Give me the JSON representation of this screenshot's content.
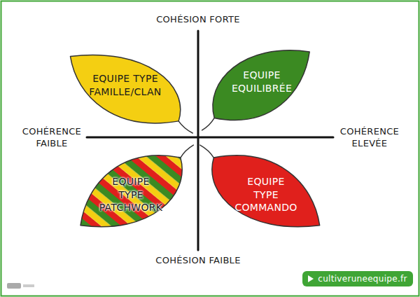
{
  "diagram": {
    "nodes": [
      {
        "text": [
          "EQUIPE TYPE FAMILLE/CLAN"
        ]
      },
      {
        "text": [
          "EQUIPE EQUILIBRÉE"
        ]
      },
      {
        "text": [
          "EQUIPE TYPE PATCHWORK"
        ]
      },
      {
        "text": [
          "EQUIPE TYPE COMMANDO"
        ]
      },
      {
        "text": [
          "cultiveruneequipe.fr"
        ]
      }
    ],
    "labels": [
      "COHÉSION FORTE",
      "COHÉRENCE FAIBLE",
      "COHÉRENCE ELEVÉE",
      "COHÉSION FAIBLE"
    ]
  }
}
